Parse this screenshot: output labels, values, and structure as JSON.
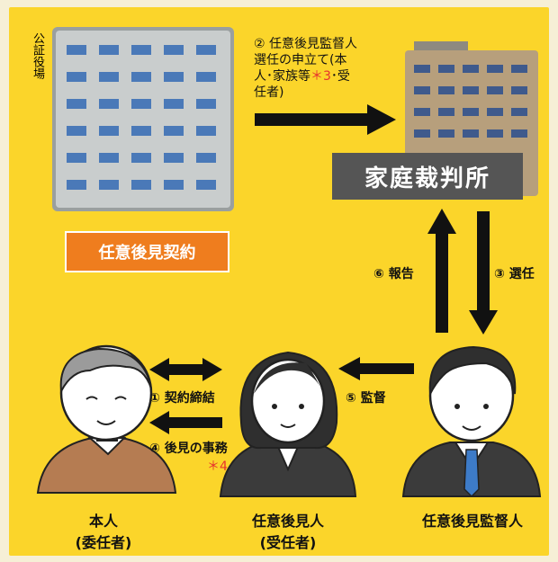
{
  "labels": {
    "notary_office": "公証役場",
    "family_court": "家庭裁判所",
    "contract_box": "任意後見契約"
  },
  "steps": {
    "step1": "① 契約締結",
    "step2": {
      "line1": "② 任意後見監督人",
      "line2": "選任の申立て(本",
      "line3a": "人･家族等",
      "note_mark": "＊3",
      "line3b": "･受",
      "line4": "任者)"
    },
    "step3": "③ 選任",
    "step4": "④ 後見の事務",
    "step4_note": "＊4",
    "step5": "⑤ 監督",
    "step6": "⑥ 報告"
  },
  "people": {
    "principal": {
      "line1": "本人",
      "line2": "(委任者)"
    },
    "guardian": {
      "line1": "任意後見人",
      "line2": "(受任者)"
    },
    "supervisor": {
      "line1": "任意後見監督人"
    }
  },
  "colors": {
    "background": "#fbd52a",
    "contract_box": "#ef7d1e",
    "note_red": "#e6322e",
    "court_label_bg": "#555555"
  }
}
